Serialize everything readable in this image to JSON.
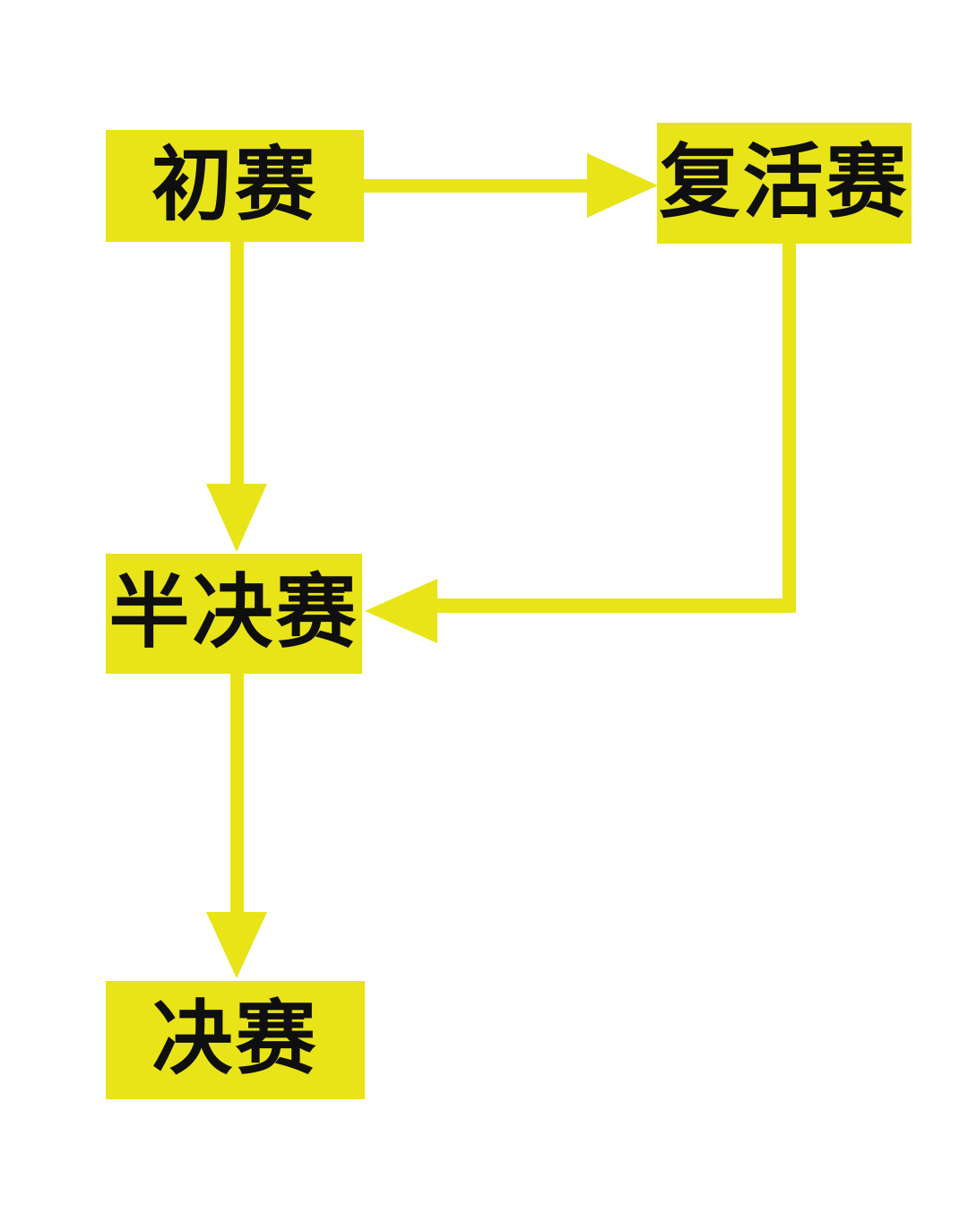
{
  "diagram": {
    "title": "tournament-progression-flowchart",
    "nodes": [
      {
        "id": "preliminary",
        "label": "初赛"
      },
      {
        "id": "revival",
        "label": "复活赛"
      },
      {
        "id": "semifinal",
        "label": "半决赛"
      },
      {
        "id": "final",
        "label": "决赛"
      }
    ],
    "edges": [
      {
        "from": "preliminary",
        "to": "revival",
        "direction": "right"
      },
      {
        "from": "preliminary",
        "to": "semifinal",
        "direction": "down"
      },
      {
        "from": "revival",
        "to": "semifinal",
        "direction": "down-then-left"
      },
      {
        "from": "semifinal",
        "to": "final",
        "direction": "down"
      }
    ]
  },
  "colors": {
    "node_fill": "#e8e418",
    "arrow": "#e8e418",
    "text": "#0f0f0f",
    "background": "#ffffff"
  }
}
